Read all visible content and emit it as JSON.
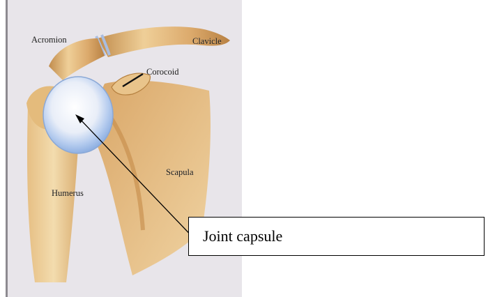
{
  "labels": {
    "acromion": "Acromion",
    "clavicle": "Clavicle",
    "corocoid": "Corocoid",
    "scapula": "Scapula",
    "humerus": "Humerus",
    "joint_capsule": "Joint capsule"
  },
  "colors": {
    "panel_background": "#e8e5ea",
    "bone": "#dcaa6c",
    "bone_highlight": "#f2d7a6",
    "bone_shadow": "#b07a3c",
    "joint_capsule": "#a9c4ec",
    "cartilage": "#f4f6fb"
  }
}
